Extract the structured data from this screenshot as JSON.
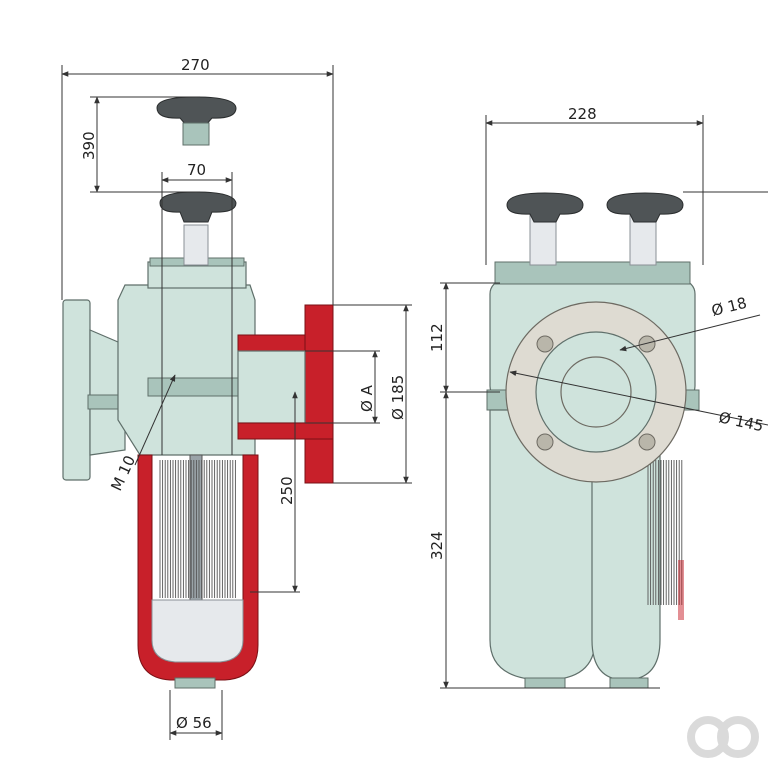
{
  "dimensions": {
    "width_total": "270",
    "height_top": "390",
    "width_head": "70",
    "thread": "M 10",
    "bore": "Ø A",
    "flange_od": "Ø 185",
    "drop": "250",
    "drain": "Ø 56",
    "width_side": "228",
    "height_upper": "112",
    "height_lower": "324",
    "bolt_hole": "Ø 18",
    "pcd": "Ø 145"
  },
  "colors": {
    "body": "#cfe3dc",
    "section_red": "#c8202a",
    "knob": "#4f5456"
  },
  "watermark": "logo"
}
